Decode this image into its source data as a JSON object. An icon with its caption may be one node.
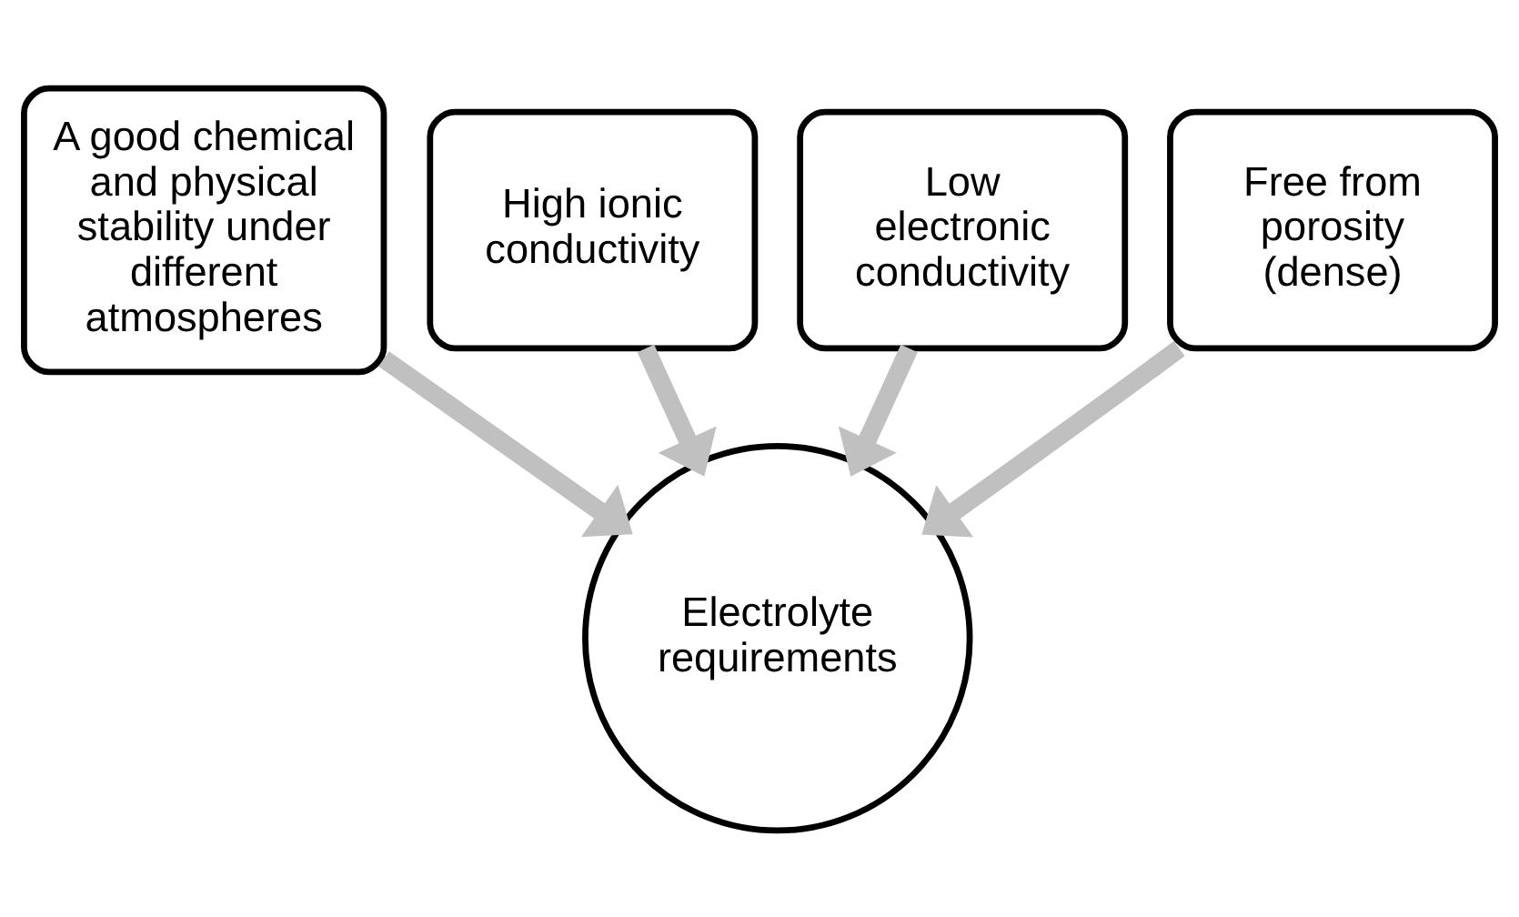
{
  "diagram": {
    "nodes": [
      {
        "text": [
          "High ionic conductivity"
        ]
      },
      {
        "text": [
          "Low electronic conductivity"
        ]
      },
      {
        "text": [
          "A good chemical and physical stability under different atmospheres"
        ]
      },
      {
        "text": [
          "Electrolyte requirements"
        ]
      },
      {
        "text": [
          "Free from porosity (dense)"
        ]
      }
    ],
    "edges": [
      {
        "from": 0,
        "to": 3,
        "arrow": "to"
      },
      {
        "from": 1,
        "to": 3,
        "arrow": "to"
      },
      {
        "from": 2,
        "to": 3,
        "arrow": "to"
      },
      {
        "from": 4,
        "to": 3,
        "arrow": "to"
      }
    ]
  }
}
